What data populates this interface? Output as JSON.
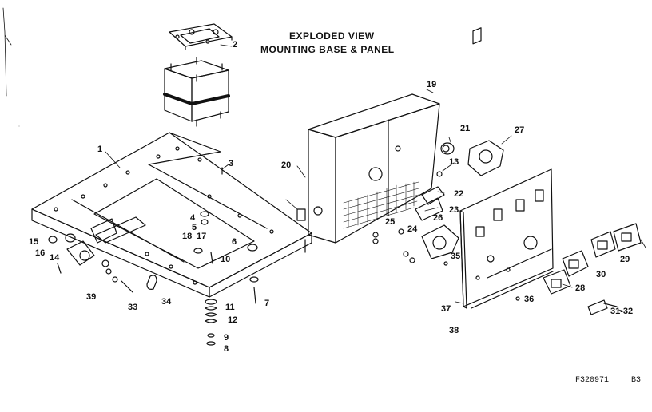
{
  "title": {
    "line1": "EXPLODED VIEW",
    "line2": "MOUNTING BASE & PANEL"
  },
  "drawing_code": {
    "number": "F320971",
    "sheet": "B3"
  },
  "part_labels": [
    "1",
    "2",
    "3",
    "4",
    "5",
    "6",
    "7",
    "8",
    "9",
    "10",
    "11",
    "12",
    "13",
    "14",
    "15",
    "16",
    "17",
    "18",
    "19",
    "20",
    "21",
    "22",
    "23",
    "24",
    "25",
    "26",
    "27",
    "28",
    "29",
    "30",
    "31-32",
    "33",
    "34",
    "35",
    "36",
    "37",
    "38",
    "39"
  ]
}
